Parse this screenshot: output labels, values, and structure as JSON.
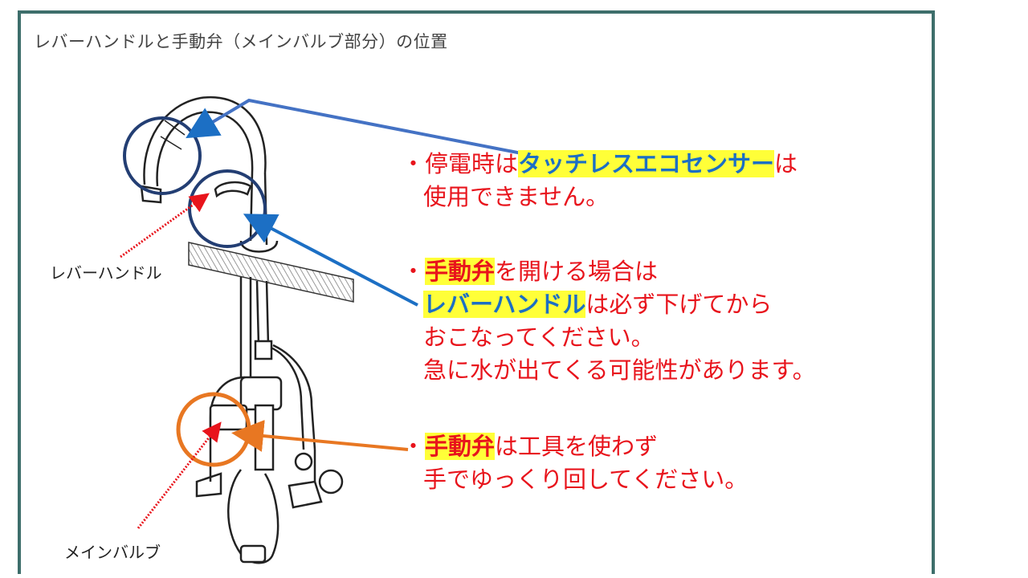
{
  "caption": "レバーハンドルと手動弁（メインバルブ部分）の位置",
  "labels": {
    "lever": "レバーハンドル",
    "main_valve": "メインバルブ"
  },
  "notes": {
    "n1": {
      "bullet": "・",
      "pre": "停電時は",
      "hl": "タッチレスエコセンサー",
      "post": "は",
      "line2": "使用できません。"
    },
    "n2": {
      "bullet": "・",
      "hl1": "手動弁",
      "post1": "を開ける場合は",
      "hl2": "レバーハンドル",
      "post2": "は必ず下げてから",
      "line3": "おこなってください。",
      "line4": "急に水が出てくる可能性があります。"
    },
    "n3": {
      "bullet": "・",
      "hl": "手動弁",
      "post": "は工具を使わず",
      "line2": "手でゆっくり回してください。"
    }
  },
  "colors": {
    "frame": "#3e6e6b",
    "callout_blue": "#4472c4",
    "callout_orange": "#e87722",
    "circle_navy": "#233e73",
    "red_arrow": "#e8141c",
    "highlight": "#ffff38"
  }
}
